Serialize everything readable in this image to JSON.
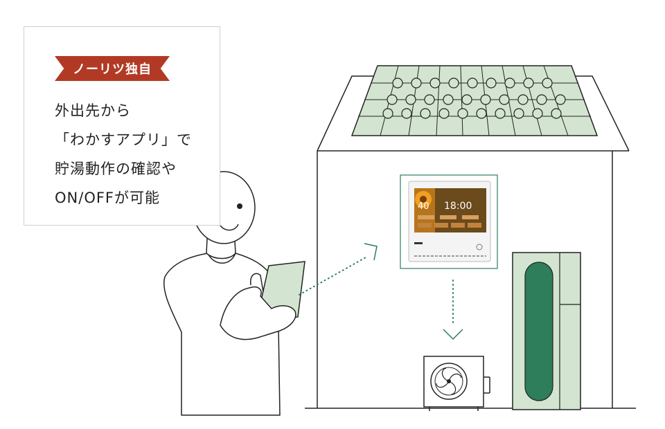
{
  "callout": {
    "badge": "ノーリツ独自",
    "lines": [
      "外出先から",
      "「わかすアプリ」で",
      "貯湯動作の確認や",
      "ON/OFFが可能"
    ]
  },
  "remote_screen": {
    "temperature": "40",
    "time": "18:00"
  },
  "colors": {
    "panel_green": "#d3e5d0",
    "dark_green": "#2e7d5b",
    "badge_red": "#b23a24",
    "line": "#222222",
    "dotted_line": "#2e7d5b"
  }
}
